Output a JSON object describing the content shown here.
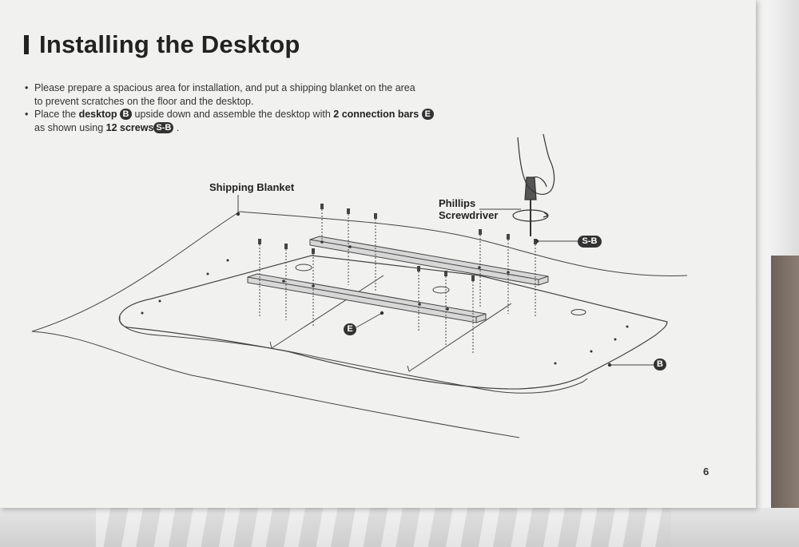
{
  "heading": {
    "title": "Installing the Desktop"
  },
  "instructions": {
    "bullet1_line1": "Please prepare a spacious area for installation, and put a shipping blanket on the area",
    "bullet1_line2": "to prevent scratches on the floor and the desktop.",
    "bullet2_prefix": "Place the ",
    "bullet2_desktop": "desktop",
    "badge_desktop": "B",
    "bullet2_mid": " upside down and assemble the desktop with ",
    "bullet2_bars": "2 connection bars",
    "badge_bars": "E",
    "bullet2_line2_prefix": "as shown using ",
    "bullet2_screws": "12 screws",
    "badge_screws": "S-B",
    "bullet2_end": " ."
  },
  "diagram": {
    "label_blanket": "Shipping Blanket",
    "label_screwdriver_1": "Phillips",
    "label_screwdriver_2": "Screwdriver",
    "callout_screw": "S-B",
    "callout_bar": "E",
    "callout_desktop": "B"
  },
  "footer": {
    "page_number": "6"
  }
}
